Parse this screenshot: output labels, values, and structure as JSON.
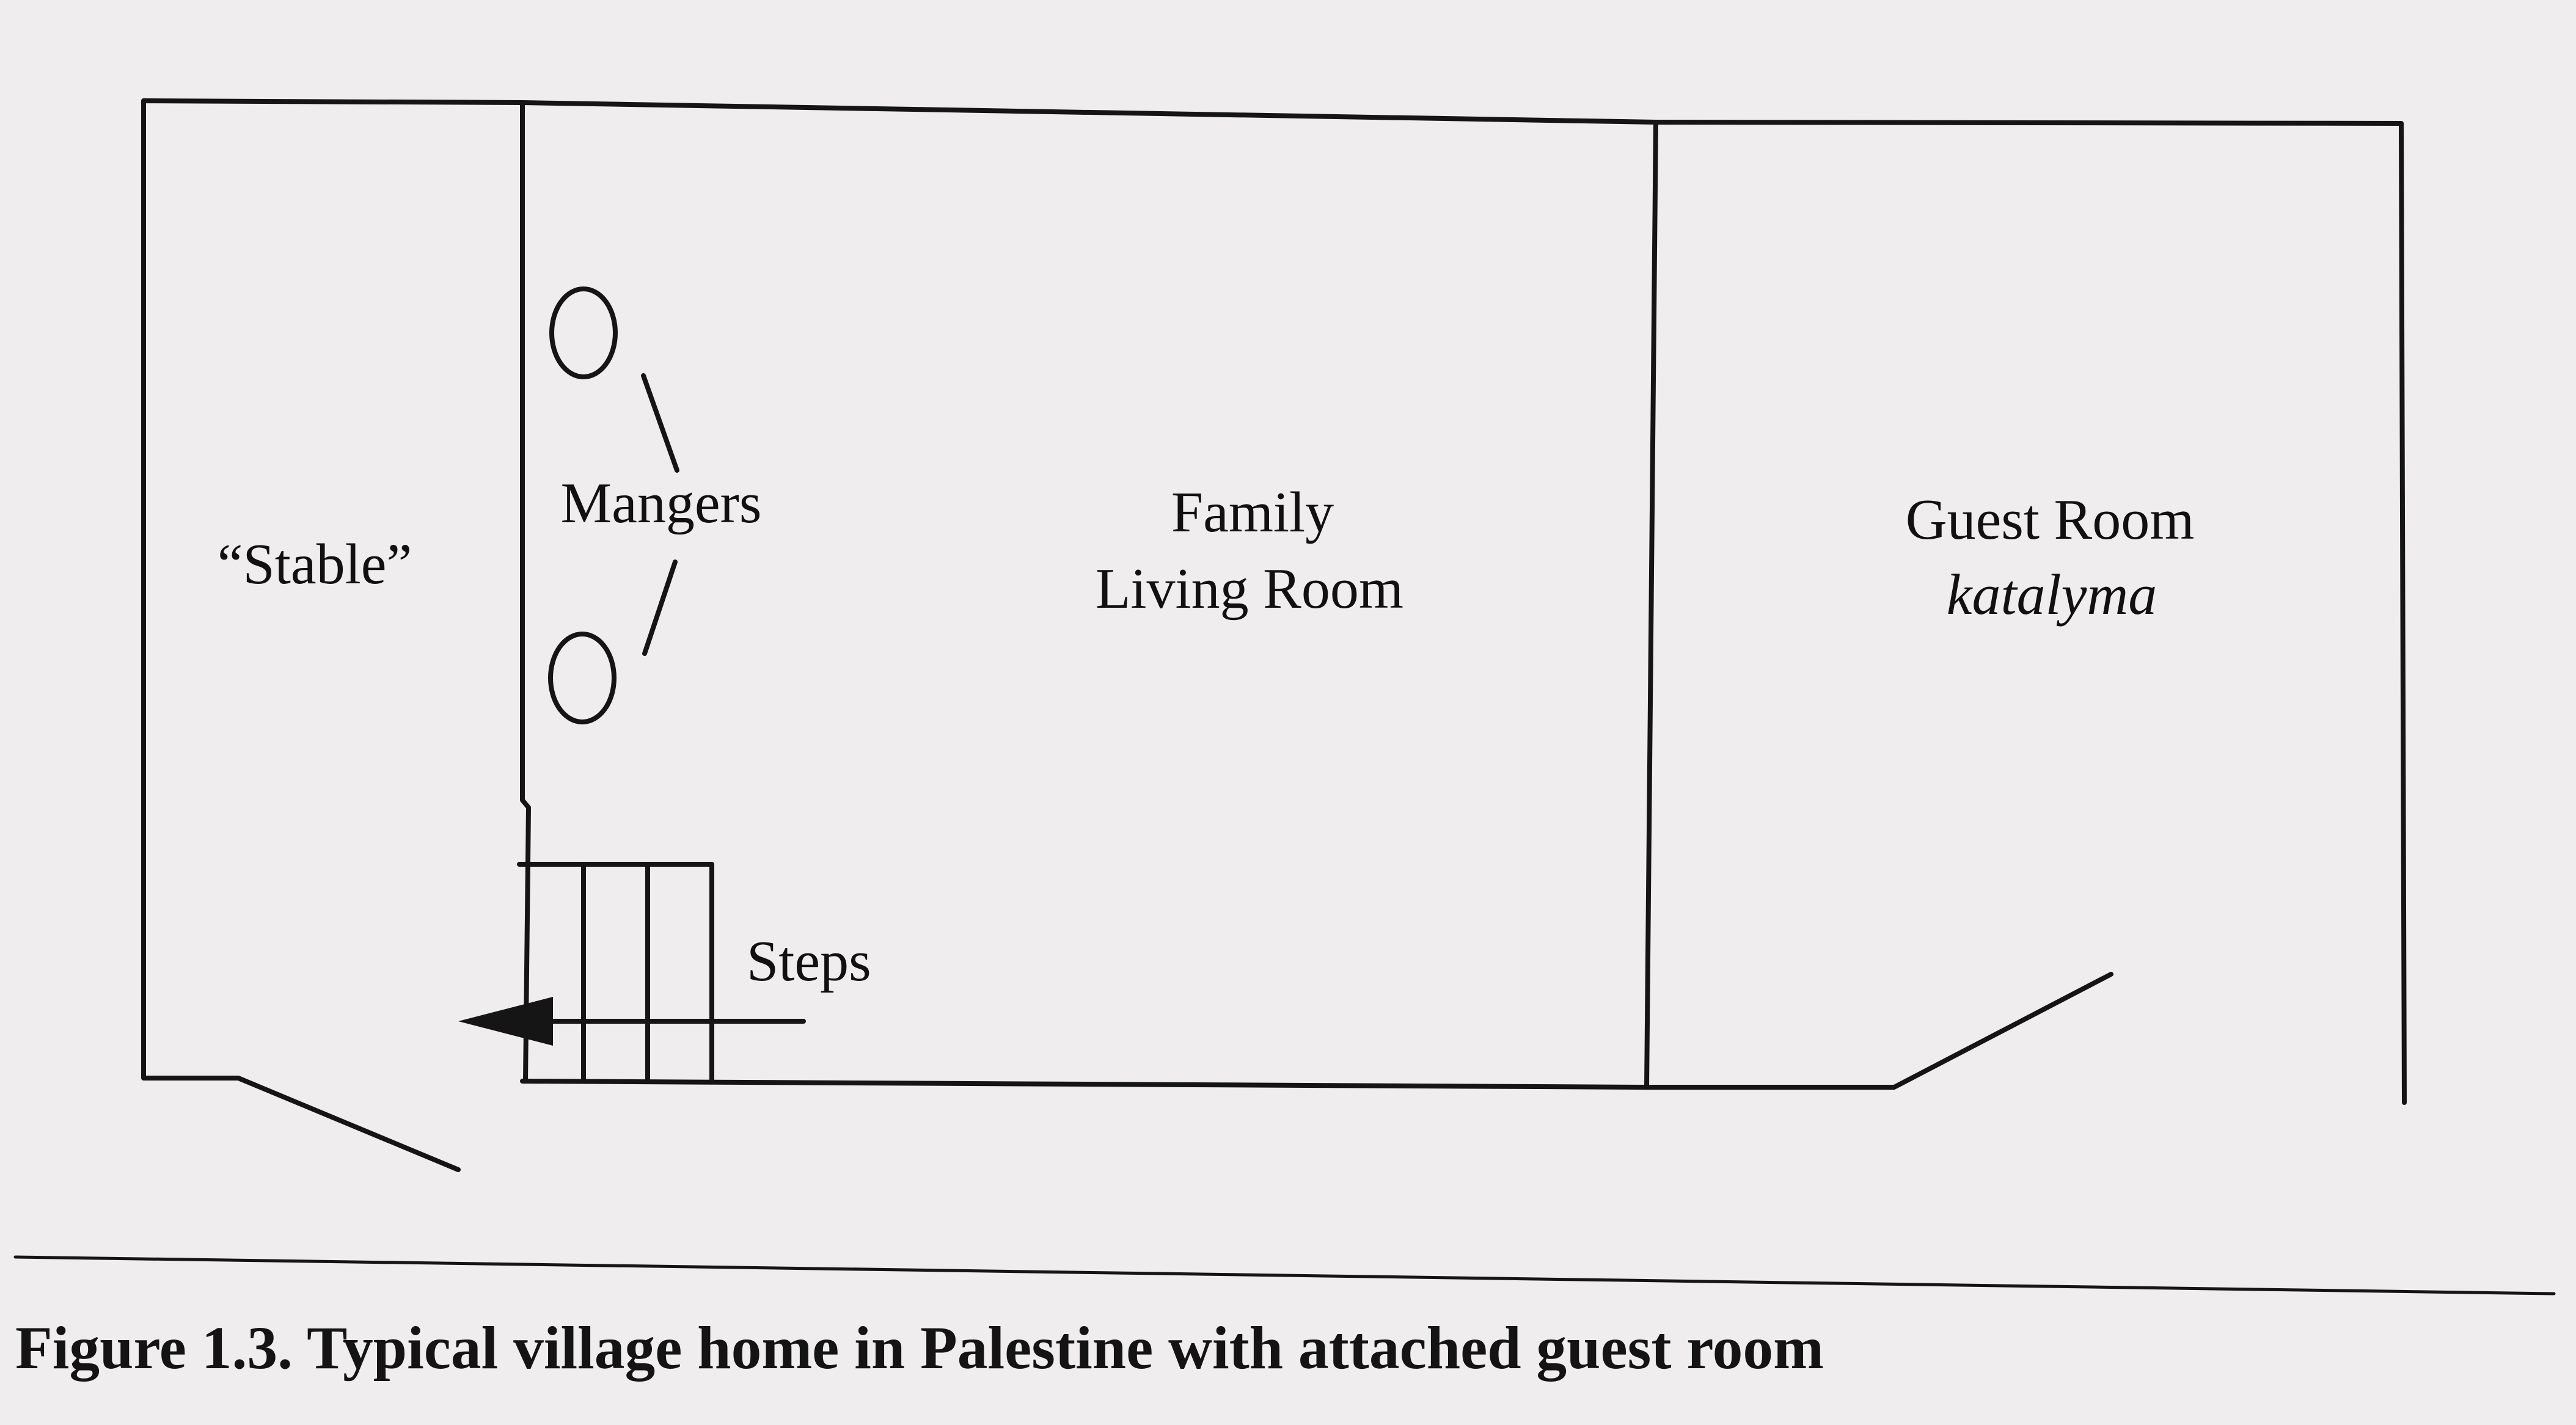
{
  "labels": {
    "stable": "“Stable”",
    "mangers": "Mangers",
    "family_line1": "Family",
    "family_line2": "Living Room",
    "guest_line1": "Guest Room",
    "guest_line2": "katalyma",
    "steps": "Steps"
  },
  "caption": "Figure 1.3. Typical village home in Palestine with attached guest room",
  "colors": {
    "ink": "#111111",
    "paper": "#efeded"
  }
}
